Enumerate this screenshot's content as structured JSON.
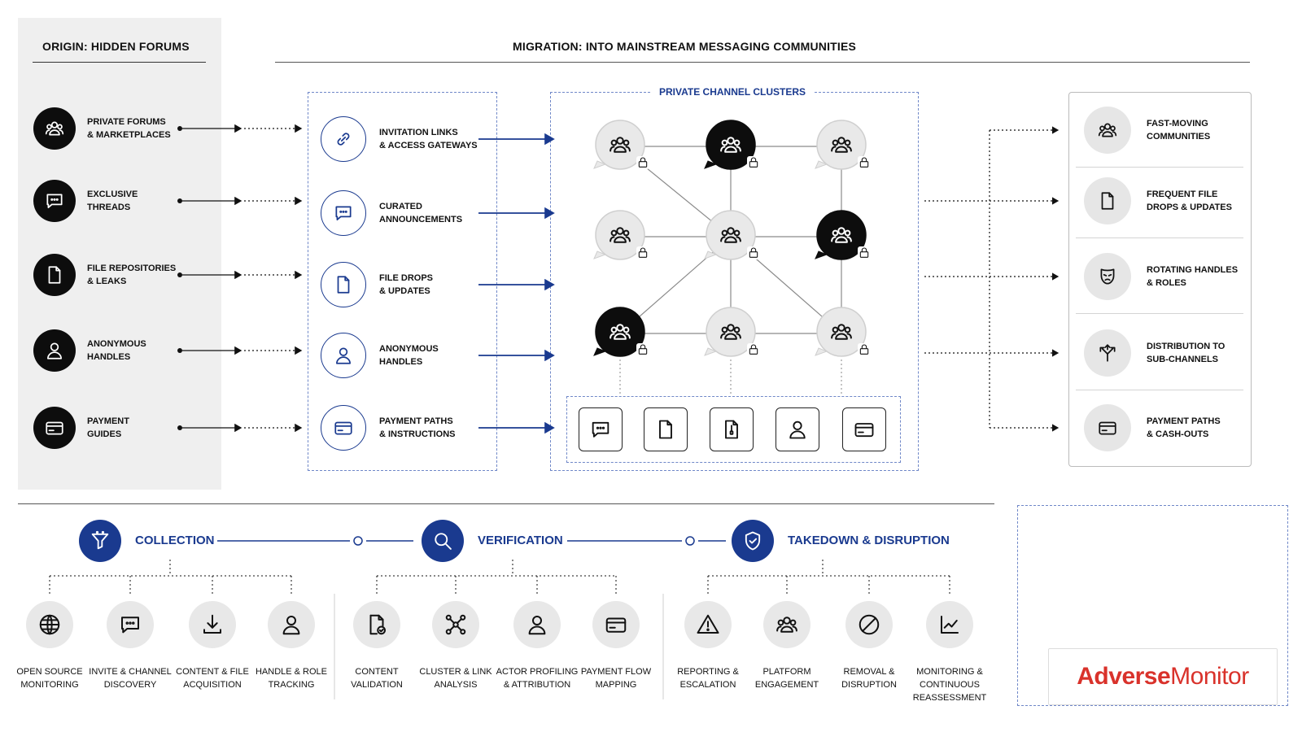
{
  "headers": {
    "origin": "ORIGIN: HIDDEN FORUMS",
    "migration": "MIGRATION: INTO MAINSTREAM MESSAGING COMMUNITIES",
    "clusters": "PRIVATE CHANNEL CLUSTERS"
  },
  "origin_items": [
    {
      "label": "PRIVATE FORUMS\n& MARKETPLACES",
      "icon": "users-icon"
    },
    {
      "label": "EXCLUSIVE\nTHREADS",
      "icon": "chat-bubble-icon"
    },
    {
      "label": "FILE REPOSITORIES\n& LEAKS",
      "icon": "document-icon"
    },
    {
      "label": "ANONYMOUS\nHANDLES",
      "icon": "user-icon"
    },
    {
      "label": "PAYMENT\nGUIDES",
      "icon": "card-icon"
    }
  ],
  "pathway_items": [
    {
      "label": "INVITATION LINKS\n& ACCESS GATEWAYS",
      "icon": "link-icon"
    },
    {
      "label": "CURATED\nANNOUNCEMENTS",
      "icon": "chat-bubble-icon"
    },
    {
      "label": "FILE DROPS\n& UPDATES",
      "icon": "document-icon"
    },
    {
      "label": "ANONYMOUS\nHANDLES",
      "icon": "user-icon"
    },
    {
      "label": "PAYMENT PATHS\n& INSTRUCTIONS",
      "icon": "card-icon"
    }
  ],
  "outcome_items": [
    {
      "label": "FAST-MOVING\nCOMMUNITIES",
      "icon": "users-icon"
    },
    {
      "label": "FREQUENT FILE\nDROPS & UPDATES",
      "icon": "document-icon"
    },
    {
      "label": "ROTATING HANDLES\n& ROLES",
      "icon": "mask-icon"
    },
    {
      "label": "DISTRIBUTION TO\nSUB-CHANNELS",
      "icon": "split-arrow-icon"
    },
    {
      "label": "PAYMENT PATHS\n& CASH-OUTS",
      "icon": "card-icon"
    }
  ],
  "stages": [
    {
      "title": "COLLECTION",
      "icon": "funnel-icon",
      "items": [
        {
          "label": "OPEN SOURCE\nMONITORING",
          "icon": "globe-icon"
        },
        {
          "label": "INVITE & CHANNEL\nDISCOVERY",
          "icon": "chat-bubble-icon"
        },
        {
          "label": "CONTENT & FILE\nACQUISITION",
          "icon": "download-icon"
        },
        {
          "label": "HANDLE & ROLE\nTRACKING",
          "icon": "user-icon"
        }
      ]
    },
    {
      "title": "VERIFICATION",
      "icon": "magnifier-icon",
      "items": [
        {
          "label": "CONTENT\nVALIDATION",
          "icon": "document-check-icon"
        },
        {
          "label": "CLUSTER & LINK\nANALYSIS",
          "icon": "network-icon"
        },
        {
          "label": "ACTOR PROFILING\n& ATTRIBUTION",
          "icon": "user-icon"
        },
        {
          "label": "PAYMENT FLOW\nMAPPING",
          "icon": "card-icon"
        }
      ]
    },
    {
      "title": "TAKEDOWN & DISRUPTION",
      "icon": "shield-icon",
      "items": [
        {
          "label": "REPORTING &\nESCALATION",
          "icon": "warning-icon"
        },
        {
          "label": "PLATFORM\nENGAGEMENT",
          "icon": "users-icon"
        },
        {
          "label": "REMOVAL &\nDISRUPTION",
          "icon": "prohibit-icon"
        },
        {
          "label": "MONITORING &\nCONTINUOUS\nREASSESSMENT",
          "icon": "chart-line-icon"
        }
      ]
    }
  ],
  "brand": {
    "bold": "Adverse",
    "light": "Monitor"
  },
  "colors": {
    "navy": "#1a3a8f",
    "dark": "#0d0d0d",
    "brand_red": "#d9322b",
    "panel_gray": "#efefef"
  }
}
